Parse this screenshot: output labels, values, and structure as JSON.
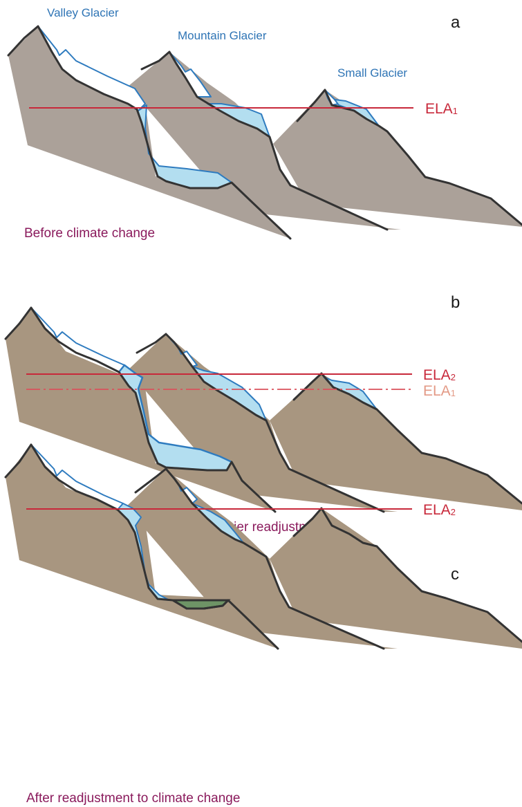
{
  "panels": [
    {
      "letter": "a",
      "caption": "Before climate change",
      "glacier_names": [
        "Valley Glacier",
        "Mountain Glacier",
        "Small Glacier"
      ],
      "ela_label": {
        "main": "ELA",
        "sub": "1"
      }
    },
    {
      "letter": "b",
      "caption": "After climate change but before glacier readjustment",
      "ela_label": {
        "main": "ELA",
        "sub": "2"
      },
      "ela_old_label": {
        "main": "ELA",
        "sub": "1"
      }
    },
    {
      "letter": "c",
      "caption": "After readjustment to climate change",
      "ela_label": {
        "main": "ELA",
        "sub": "2"
      }
    }
  ],
  "colors": {
    "mountain_a": "#aba199",
    "mountain_bc": "#a89680",
    "ice_fill": "#b3def0",
    "ice_outline": "#2e7bbf",
    "ela_line": "#c8283a",
    "ela_old": "#e39a86",
    "caption": "#8a1a5c",
    "glacier_name": "#2e74b5",
    "moraine_lake": "#6e9466"
  }
}
